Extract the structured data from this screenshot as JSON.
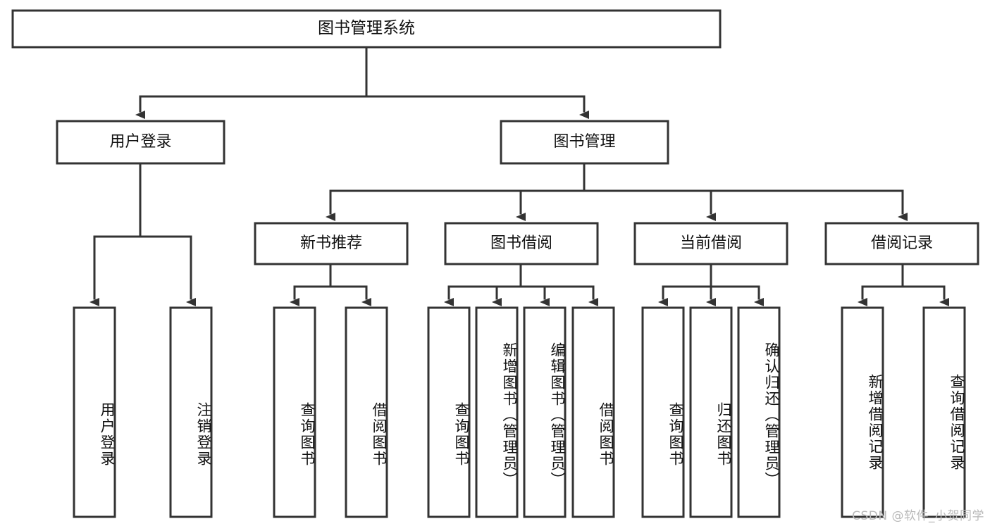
{
  "diagram": {
    "title": "图书管理系统",
    "type": "tree-hierarchy",
    "orientation": "top-down",
    "box_fill": "#ffffff",
    "box_stroke": "#333333",
    "text_color": "#111111",
    "watermark": "CSDN @软件_小贺同学",
    "levels": {
      "root": {
        "label": "图书管理系统"
      },
      "level2": [
        {
          "label": "用户登录"
        },
        {
          "label": "图书管理"
        }
      ],
      "level3": [
        {
          "label": "新书推荐"
        },
        {
          "label": "图书借阅"
        },
        {
          "label": "当前借阅"
        },
        {
          "label": "借阅记录"
        }
      ],
      "leaves_user_login": [
        {
          "label": "用户登录"
        },
        {
          "label": "注销登录"
        }
      ],
      "leaves_new_book": [
        {
          "label": "查询图书"
        },
        {
          "label": "借阅图书"
        }
      ],
      "leaves_borrow": [
        {
          "label": "查询图书"
        },
        {
          "label": "新增图书（管理员）"
        },
        {
          "label": "编辑图书（管理员）"
        },
        {
          "label": "借阅图书"
        }
      ],
      "leaves_current": [
        {
          "label": "查询图书"
        },
        {
          "label": "归还图书"
        },
        {
          "label": "确认归还（管理员）"
        }
      ],
      "leaves_records": [
        {
          "label": "新增借阅记录"
        },
        {
          "label": "查询借阅记录"
        }
      ]
    }
  }
}
